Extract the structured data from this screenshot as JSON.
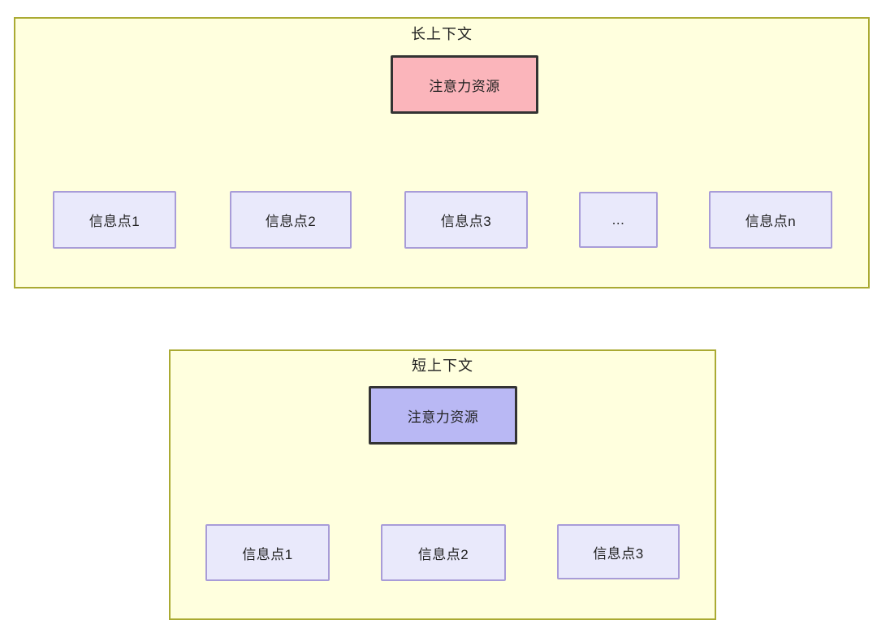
{
  "long_context": {
    "title": "长上下文",
    "source_label": "注意力资源",
    "targets": [
      "信息点1",
      "信息点2",
      "信息点3",
      "...",
      "信息点n"
    ]
  },
  "short_context": {
    "title": "短上下文",
    "source_label": "注意力资源",
    "targets": [
      "信息点1",
      "信息点2",
      "信息点3"
    ]
  },
  "colors": {
    "panel_fill": "#ffffde",
    "panel_border": "#aaaa33",
    "long_source_fill": "#fbb5bb",
    "short_source_fill": "#b9b8f4",
    "source_border": "#333333",
    "target_fill": "#e9e9fb",
    "target_border": "#a89cd8",
    "arrow_color": "#333333",
    "text_color": "#222222"
  }
}
